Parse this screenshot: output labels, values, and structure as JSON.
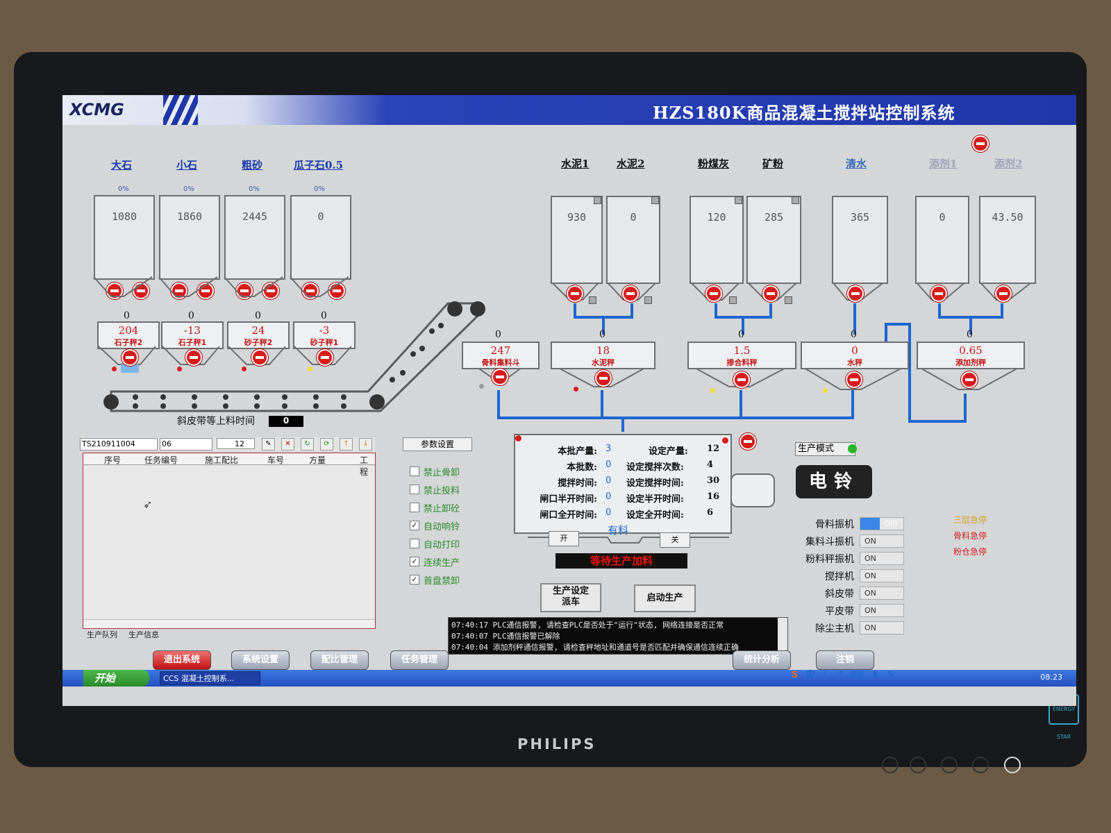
{
  "monitor": {
    "brand": "PHILIPS",
    "energy_label": "ENERGY STAR"
  },
  "title_bar": {
    "logo": "XCMG",
    "title": "HZS180K商品混凝土搅拌站控制系统"
  },
  "aggregate_bins": [
    {
      "label": "大石",
      "percent": "0%",
      "value": "1080"
    },
    {
      "label": "小石",
      "percent": "0%",
      "value": "1860"
    },
    {
      "label": "粗砂",
      "percent": "0%",
      "value": "2445"
    },
    {
      "label": "瓜子石0.5",
      "percent": "0%",
      "value": "0"
    }
  ],
  "aggregate_scales": [
    {
      "zero": "0",
      "value": "204",
      "name": "石子秤2"
    },
    {
      "zero": "0",
      "value": "-13",
      "name": "石子秤1"
    },
    {
      "zero": "0",
      "value": "24",
      "name": "砂子秤2"
    },
    {
      "zero": "0",
      "value": "-3",
      "name": "砂子秤1"
    }
  ],
  "powder_bins": [
    {
      "label": "水泥1",
      "value": "930"
    },
    {
      "label": "水泥2",
      "value": "0"
    },
    {
      "label": "粉煤灰",
      "value": "120"
    },
    {
      "label": "矿粉",
      "value": "285"
    },
    {
      "label": "清水",
      "value": "365"
    },
    {
      "label": "添剂1",
      "value": "0"
    },
    {
      "label": "添剂2",
      "value": "43.50"
    }
  ],
  "scales": [
    {
      "zero": "0",
      "value": "247",
      "name": "骨料集料斗"
    },
    {
      "zero": "0",
      "value": "18",
      "name": "水泥秤"
    },
    {
      "zero": "0",
      "value": "1.5",
      "name": "掺合料秤"
    },
    {
      "zero": "0",
      "value": "0",
      "name": "水秤"
    },
    {
      "zero": "0",
      "value": "0.65",
      "name": "添加剂秤"
    }
  ],
  "belt": {
    "label": "斜皮带等上料时间",
    "value": "0"
  },
  "task_panel": {
    "task_combo": "TS210911004",
    "number_combo": "06",
    "count": "12",
    "columns": [
      "序号",
      "任务编号",
      "施工配比",
      "车号",
      "方量",
      "工程"
    ],
    "tabs": [
      "生产队列",
      "生产信息"
    ]
  },
  "params": {
    "title": "参数设置",
    "items": [
      {
        "label": "禁止骨卸",
        "checked": false
      },
      {
        "label": "禁止投料",
        "checked": false
      },
      {
        "label": "禁止卸砼",
        "checked": false
      },
      {
        "label": "自动响铃",
        "checked": true
      },
      {
        "label": "自动打印",
        "checked": false
      },
      {
        "label": "连续生产",
        "checked": true
      },
      {
        "label": "首盘禁卸",
        "checked": true
      }
    ]
  },
  "mixer": {
    "rows": [
      {
        "label": "本批产量:",
        "value": "3",
        "set_label": "设定产量:",
        "set_value": "12"
      },
      {
        "label": "本批数:",
        "value": "0",
        "set_label": "设定搅拌次数:",
        "set_value": "4"
      },
      {
        "label": "搅拌时间:",
        "value": "0",
        "set_label": "设定搅拌时间:",
        "set_value": "30"
      },
      {
        "label": "闸口半开时间:",
        "value": "0",
        "set_label": "设定半开时间:",
        "set_value": "16"
      },
      {
        "label": "闸口全开时间:",
        "value": "0",
        "set_label": "设定全开时间:",
        "set_value": "6"
      }
    ],
    "status": "有料",
    "open_label": "开",
    "close_label": "关",
    "wait_label": "等待生产加料"
  },
  "buttons": {
    "dispatch": "生产设定\n派车",
    "start": "启动生产"
  },
  "log": [
    "07:40:17  PLC通信报警, 请检查PLC是否处于\"运行\"状态, 网络连接是否正常",
    "07:40:07  PLC通信报警已解除",
    "07:40:04  添加剂秤通信报警, 请检查秤地址和通道号是否匹配并确保通信连续正确"
  ],
  "mode": {
    "label": "生产模式",
    "bell": "电铃"
  },
  "motors": [
    {
      "label": "骨料振机",
      "state": "OFF"
    },
    {
      "label": "集料斗振机",
      "state": "ON"
    },
    {
      "label": "粉料秤振机",
      "state": "ON"
    },
    {
      "label": "搅拌机",
      "state": "ON"
    },
    {
      "label": "斜皮带",
      "state": "ON"
    },
    {
      "label": "平皮带",
      "state": "ON"
    },
    {
      "label": "除尘主机",
      "state": "ON"
    }
  ],
  "estops": [
    "三层急停",
    "骨料急停",
    "粉仓急停"
  ],
  "bottom_buttons": [
    "退出系统",
    "系统设置",
    "配比管理",
    "任务管理",
    "统计分析",
    "注销"
  ],
  "taskbar": {
    "start": "开始",
    "task": "CCS 混凝土控制系...",
    "clock": "08:23"
  }
}
